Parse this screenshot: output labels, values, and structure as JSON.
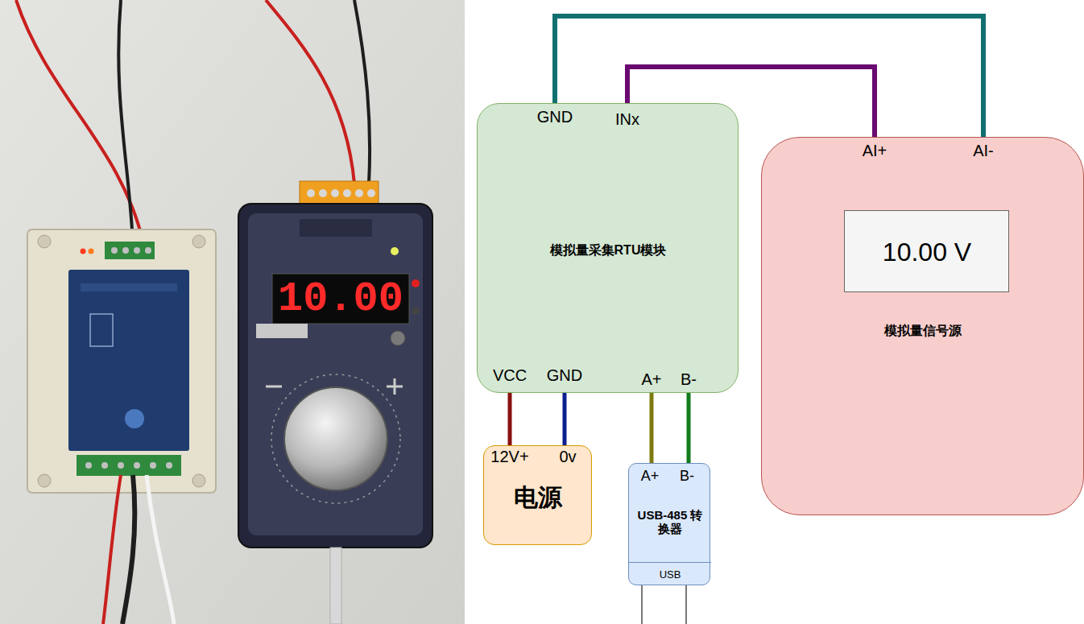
{
  "diagram": {
    "nodes": [
      {
        "text": [
          "GND",
          "INx",
          "模拟量采集RTU模块",
          "VCC",
          "GND",
          "A+",
          "B-"
        ]
      },
      {
        "text": [
          "AI+",
          "AI-",
          "模拟量信号源"
        ]
      },
      {
        "text": [
          "10.00 V"
        ],
        "in": 1
      },
      {
        "text": [
          "12V+",
          "0v",
          "电源"
        ]
      },
      {
        "text": [
          "A+",
          "B-",
          "USB-485 转换器",
          "USB"
        ]
      }
    ],
    "edges": [
      {
        "from": 0,
        "to": 1,
        "arrow": "none"
      },
      {
        "from": 0,
        "to": 1,
        "arrow": "none"
      },
      {
        "from": 0,
        "to": 3,
        "arrow": "none"
      },
      {
        "from": 0,
        "to": 3,
        "arrow": "none"
      },
      {
        "from": 0,
        "to": 4,
        "arrow": "none"
      },
      {
        "from": 0,
        "to": 4,
        "arrow": "none"
      }
    ],
    "labels": [
      "10.00"
    ]
  }
}
